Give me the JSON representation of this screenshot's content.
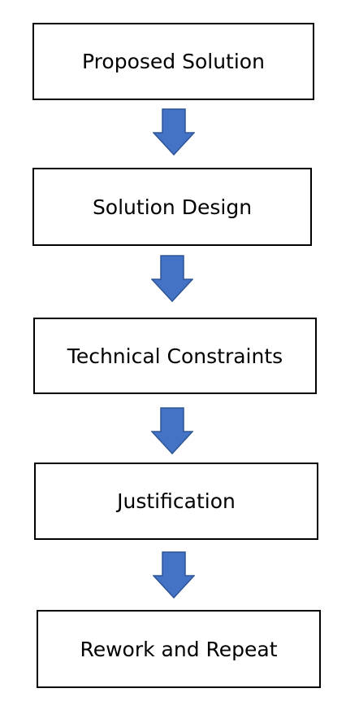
{
  "flow": {
    "steps": [
      {
        "label": "Proposed Solution"
      },
      {
        "label": "Solution Design"
      },
      {
        "label": "Technical Constraints"
      },
      {
        "label": "Justification"
      },
      {
        "label": "Rework and Repeat"
      }
    ]
  },
  "colors": {
    "arrow_fill": "#4472C4",
    "arrow_stroke": "#2F5597",
    "box_border": "#000000"
  },
  "icons": {
    "connector": "arrow-down-icon"
  }
}
